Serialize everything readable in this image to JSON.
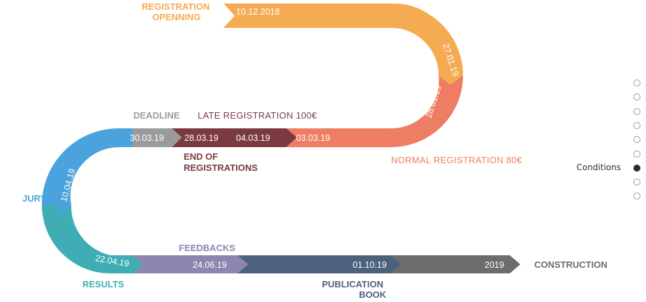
{
  "labels": {
    "registration_opening_line1": "REGISTRATION",
    "registration_opening_line2": "OPENNING",
    "deadline": "DEADLINE",
    "late_registration": "LATE REGISTRATION 100€",
    "end_of_registrations_line1": "END OF",
    "end_of_registrations_line2": "REGISTRATIONS",
    "normal_registration": "NORMAL REGISTRATION 80€",
    "jury": "JURY",
    "results": "RESULTS",
    "feedbacks": "FEEDBACKS",
    "publication_book_line1": "PUBLICATION",
    "publication_book_line2": "BOOK",
    "construction": "CONSTRUCTION"
  },
  "dates": {
    "d1": "10.12.2018",
    "d2": "27.01.19",
    "d3": "28.01.19",
    "d4": "03.03.19",
    "d5": "04.03.19",
    "d6": "28.03.19",
    "d7": "30.03.19",
    "d8": "10.04.19",
    "d9": "22.04.19",
    "d10": "24.06.19",
    "d11": "01.10.19",
    "d12": "2019"
  },
  "colors": {
    "orange": "#f5ab52",
    "salmon": "#ee7d64",
    "maroon": "#7b3a3f",
    "gray": "#9b9b9b",
    "blue": "#4aa3dc",
    "teal": "#3fadb4",
    "purple": "#8c86b0",
    "slate": "#4c627c",
    "darkgray": "#6d6d6d"
  },
  "nav": {
    "items": [
      "",
      "",
      "",
      "",
      "",
      "",
      "Conditions",
      "",
      ""
    ],
    "active_label": "Conditions"
  }
}
